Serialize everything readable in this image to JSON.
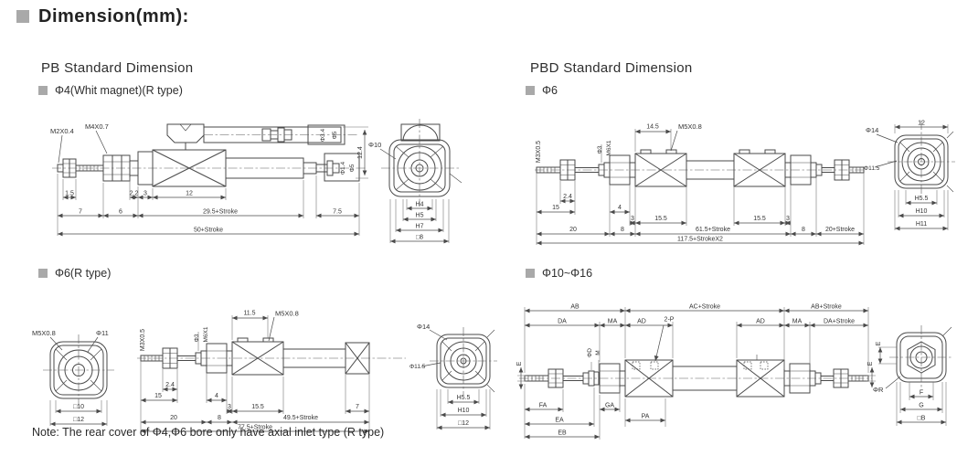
{
  "header": {
    "title": "Dimension(mm):"
  },
  "sections": {
    "pb": {
      "title": "PB Standard Dimension",
      "sub1": "Φ4(Whit magnet)(R type)",
      "sub2": "Φ6(R type)"
    },
    "pbd": {
      "title": "PBD Standard Dimension",
      "sub1": "Φ6",
      "sub2": "Φ10~Φ16"
    }
  },
  "note": "Note: The rear cover of Φ4,Φ6 bore only have axial inlet type (R type)",
  "d1": {
    "rod_thread": "M2X0.4",
    "nose_thread": "M4X0.7",
    "inset_dia_small": "Φ3.4",
    "inset_dia_big": "Φ5",
    "rod_dia_small": "Φ1.4",
    "rod_dia_big": "Φ5",
    "body_height": "12.4",
    "row1": [
      "1.5",
      "2.2",
      "3",
      "12"
    ],
    "row2": [
      "7",
      "6",
      "29.5+Stroke",
      "7.5"
    ],
    "overall": "50+Stroke",
    "end": {
      "dia": "Φ10",
      "dims": [
        "H4",
        "H5",
        "H7",
        "□8"
      ]
    }
  },
  "d2": {
    "rod_thread": "M3X0.5",
    "rod_dia": "Φ3",
    "mount_thread": "M6X1",
    "port_offset": "14.5",
    "port_thread": "M5X0.8",
    "row1": [
      "2.4",
      "15",
      "4",
      "3",
      "15.5",
      "15.5",
      "3"
    ],
    "row2": [
      "20",
      "8",
      "61.5+Stroke",
      "8",
      "20+Stroke"
    ],
    "overall": "117.5+StrokeX2",
    "end": {
      "dia1": "Φ14",
      "width": "12",
      "dia2": "Φ11.5",
      "dims": [
        "H5.5",
        "H10",
        "H11"
      ]
    }
  },
  "d3": {
    "left_end": {
      "thread": "M5X0.8",
      "dia": "Φ11",
      "dims": [
        "□10",
        "□12"
      ]
    },
    "rod_thread": "M3X0.5",
    "rod_dia": "Φ3",
    "mount_thread": "M6X1",
    "port_offset": "11.5",
    "port_thread": "M5X0.8",
    "row1": [
      "2.4",
      "15",
      "4",
      "3",
      "15.5",
      "7"
    ],
    "row2": [
      "20",
      "8",
      "49.5+Stroke"
    ],
    "overall": "77.5+Stroke",
    "end": {
      "dia1": "Φ14",
      "dia2": "Φ11.5",
      "dims": [
        "H5.5",
        "H10",
        "□12"
      ]
    }
  },
  "d4": {
    "row_top": [
      "AB",
      "AC+Stroke",
      "AB+Stroke"
    ],
    "row_mid": [
      "DA",
      "MA",
      "AD",
      "2-P",
      "AD",
      "MA",
      "DA+Stroke"
    ],
    "rod_dia_label": "E",
    "dia_d": "ΦD",
    "m_label": "M",
    "rod_dia_right": "E",
    "bottom": [
      "FA",
      "GA",
      "PA",
      "EA",
      "EB"
    ],
    "end": {
      "dia": "ΦR",
      "e": "E",
      "dims": [
        "F",
        "G",
        "□B"
      ]
    }
  },
  "colors": {
    "bullet": "#a9a9a9",
    "line": "#4a4a4a",
    "text": "#333333"
  }
}
